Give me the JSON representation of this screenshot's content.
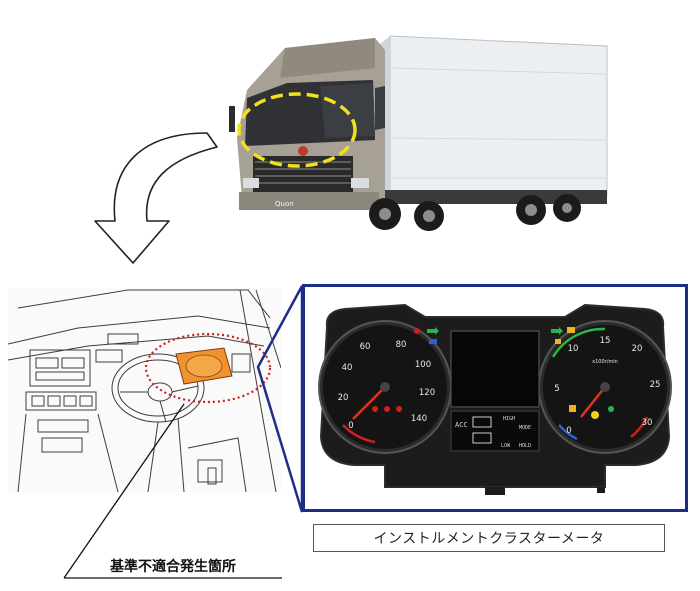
{
  "cluster_caption": "インストルメントクラスターメータ",
  "fault_location_label": "基準不適合発生箇所",
  "truck_badge": "Quon",
  "gauges": {
    "speedometer_ticks": [
      "0",
      "20",
      "40",
      "60",
      "80",
      "100",
      "120",
      "140"
    ],
    "tachometer_ticks": [
      "0",
      "5",
      "10",
      "15",
      "20",
      "25",
      "30"
    ],
    "tachometer_unit": "x100r/min"
  },
  "display": {
    "acc_label": "ACC",
    "high_label": "HIGH",
    "low_label": "LOW",
    "mode_label": "MODE",
    "hold_label": "HOLD"
  },
  "colors": {
    "frame_blue": "#1f2d8a",
    "highlight_yellow": "#f2e21a",
    "highlight_red": "#d0201a",
    "cluster_orange": "#f0922e"
  }
}
